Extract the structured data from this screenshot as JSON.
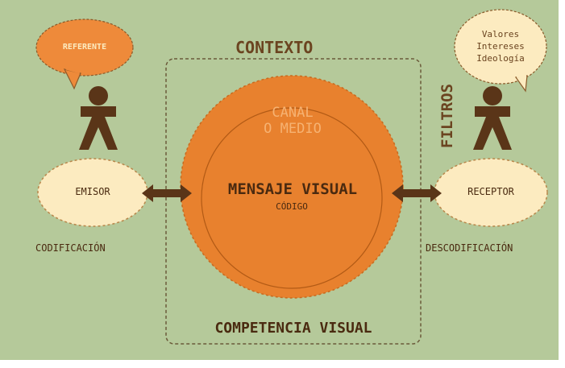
{
  "diagram": {
    "context_label": "CONTEXTO",
    "channel_line1": "CANAL",
    "channel_line2": "O MEDIO",
    "message_title": "MENSAJE VISUAL",
    "message_code": "CÓDIGO",
    "competence_label": "COMPETENCIA VISUAL",
    "filters_label": "FILTROS",
    "sender": {
      "bubble": "REFERENTE",
      "ellipse": "EMISOR",
      "caption": "CODIFICACIÓN"
    },
    "receiver": {
      "bubble_lines": [
        "Valores",
        "Intereses",
        "Ideología"
      ],
      "ellipse": "RECEPTOR",
      "caption": "DESCODIFICACIÓN"
    },
    "colors": {
      "background": "#b5c99a",
      "orange": "#e8812e",
      "brown": "#5a3518",
      "cream": "#fcebc0",
      "bubble_orange": "#ee8a3a"
    }
  }
}
